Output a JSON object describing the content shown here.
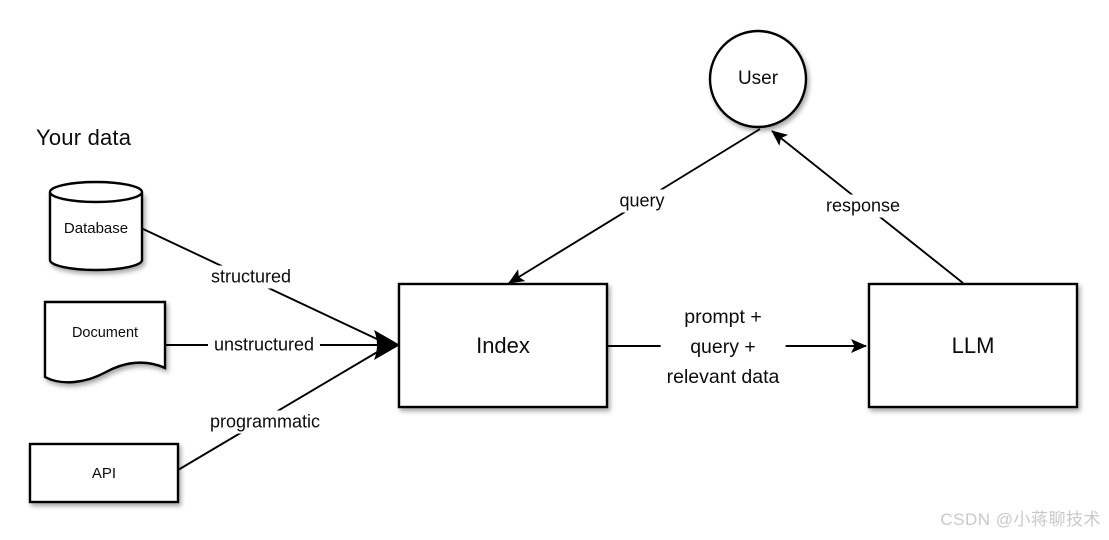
{
  "title": "Your data",
  "nodes": {
    "database": {
      "label": "Database",
      "shape": "cylinder"
    },
    "document": {
      "label": "Document",
      "shape": "document"
    },
    "api": {
      "label": "API",
      "shape": "rectangle"
    },
    "index": {
      "label": "Index",
      "shape": "rectangle"
    },
    "llm": {
      "label": "LLM",
      "shape": "rectangle"
    },
    "user": {
      "label": "User",
      "shape": "circle"
    }
  },
  "edges": {
    "structured": {
      "label": "structured",
      "from": "database",
      "to": "index"
    },
    "unstructured": {
      "label": "unstructured",
      "from": "document",
      "to": "index"
    },
    "programmatic": {
      "label": "programmatic",
      "from": "api",
      "to": "index"
    },
    "query": {
      "label": "query",
      "from": "user",
      "to": "index"
    },
    "response": {
      "label": "response",
      "from": "llm",
      "to": "user"
    },
    "index_to_llm": {
      "label": "prompt +\nquery +\nrelevant data",
      "from": "index",
      "to": "llm"
    }
  },
  "watermark": {
    "text": "CSDN @小蒋聊技术",
    "color": "#c9c9c9"
  },
  "colors": {
    "stroke": "#000000",
    "shape_fill": "#ffffff",
    "background": "#ffffff"
  }
}
